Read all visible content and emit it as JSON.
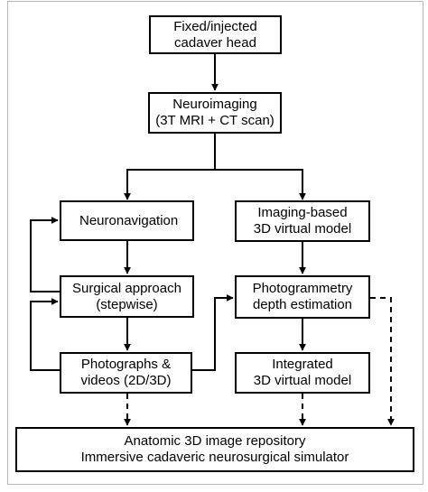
{
  "nodes": {
    "cadaver_head": "Fixed/injected\ncadaver head",
    "neuroimaging": "Neuroimaging\n(3T MRI + CT scan)",
    "neuronavigation": "Neuronavigation",
    "virtual_model": "Imaging-based\n3D virtual model",
    "surgical_approach": "Surgical approach\n(stepwise)",
    "photogrammetry": "Photogrammetry\ndepth estimation",
    "photographs": "Photographs &\nvideos (2D/3D)",
    "integrated_model": "Integrated\n3D virtual model",
    "repository": "Anatomic 3D image repository\nImmersive cadaveric neurosurgical simulator"
  },
  "edge_styles": {
    "solid": "workflow step",
    "dashed": "output to repository"
  },
  "colors": {
    "stroke": "#000000",
    "frame": "#b8b8b8",
    "background": "#ffffff"
  }
}
